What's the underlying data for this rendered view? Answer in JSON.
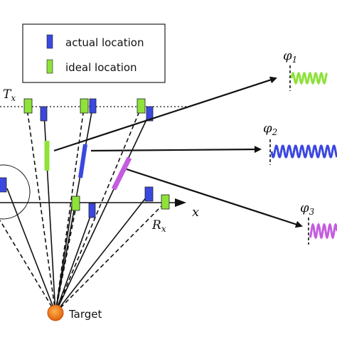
{
  "legend": {
    "actual": {
      "label": "actual location",
      "color": "#3b48e0"
    },
    "ideal": {
      "label": "ideal location",
      "color": "#8ee23a"
    }
  },
  "labels": {
    "tx": "T",
    "tx_sub": "x",
    "rx": "R",
    "rx_sub": "x",
    "x_axis": "x",
    "target": "Target"
  },
  "phases": [
    {
      "symbol": "φ",
      "index": "1",
      "color": "#8ee23a"
    },
    {
      "symbol": "φ",
      "index": "2",
      "color": "#3b48e0"
    },
    {
      "symbol": "φ",
      "index": "3",
      "color": "#c45ce0"
    }
  ],
  "colors": {
    "actual": "#3b48e0",
    "ideal": "#8ee23a",
    "purple": "#c45ce0",
    "target": "#f07a1a"
  }
}
